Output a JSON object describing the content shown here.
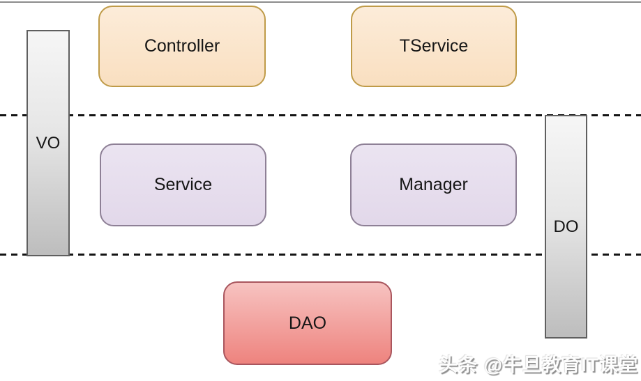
{
  "diagram": {
    "type": "layered-architecture",
    "background": "#ffffff",
    "nodes": {
      "controller": {
        "label": "Controller",
        "fill_top": "#fcecd9",
        "fill_bottom": "#f9dfc0",
        "border": "#bf9b48"
      },
      "tservice": {
        "label": "TService",
        "fill_top": "#fcecd9",
        "fill_bottom": "#f9dfc0",
        "border": "#bf9b48"
      },
      "service": {
        "label": "Service",
        "fill_top": "#ebe4f1",
        "fill_bottom": "#e2d8ea",
        "border": "#8e8096"
      },
      "manager": {
        "label": "Manager",
        "fill_top": "#ebe4f1",
        "fill_bottom": "#e2d8ea",
        "border": "#8e8096"
      },
      "dao": {
        "label": "DAO",
        "fill_top": "#f7c3c1",
        "fill_bottom": "#ee837e",
        "border": "#a9565e"
      }
    },
    "bars": {
      "vo": {
        "label": "VO",
        "fill_top": "#f6f6f6",
        "fill_bottom": "#bdbdbd",
        "border": "#5f5f5f"
      },
      "do": {
        "label": "DO",
        "fill_top": "#f6f6f6",
        "fill_bottom": "#bdbdbd",
        "border": "#5f5f5f"
      }
    },
    "separators": {
      "count": 2,
      "style": "dashed",
      "color": "#141414"
    },
    "watermark": {
      "text": "头条 @牛旦教育IT课堂"
    }
  }
}
